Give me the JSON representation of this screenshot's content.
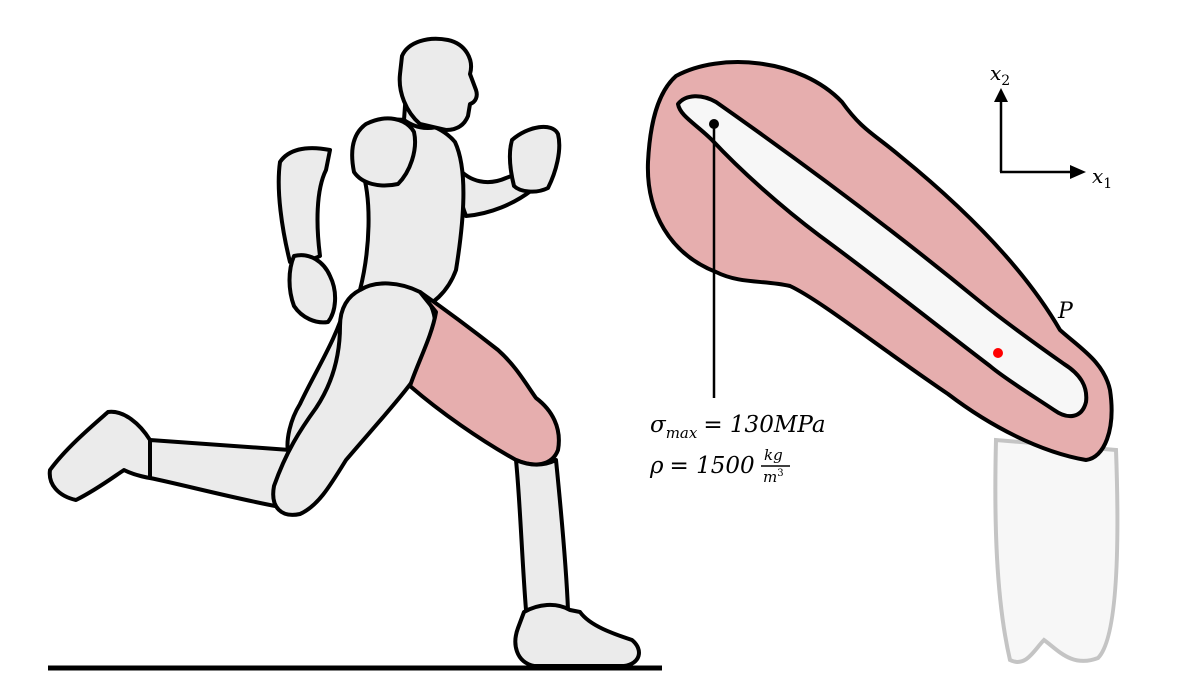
{
  "colors": {
    "body_fill": "#ebebeb",
    "muscle_fill": "#e6aeae",
    "bone_fill": "#f7f7f7",
    "tibia_stroke": "#c4c4c4",
    "point_color": "#ff0000",
    "stroke": "#000000"
  },
  "axes": {
    "x1": {
      "base": "x",
      "sub": "1"
    },
    "x2": {
      "base": "x",
      "sub": "2"
    }
  },
  "point_label": "P",
  "annotation": {
    "sigma": {
      "symbol": "σ",
      "sub": "max",
      "rhs": "= 130MPa"
    },
    "rho": {
      "symbol": "ρ",
      "rhs": "= 1500",
      "frac_num": "kg",
      "frac_den_base": "m",
      "frac_den_exp": "3"
    }
  }
}
